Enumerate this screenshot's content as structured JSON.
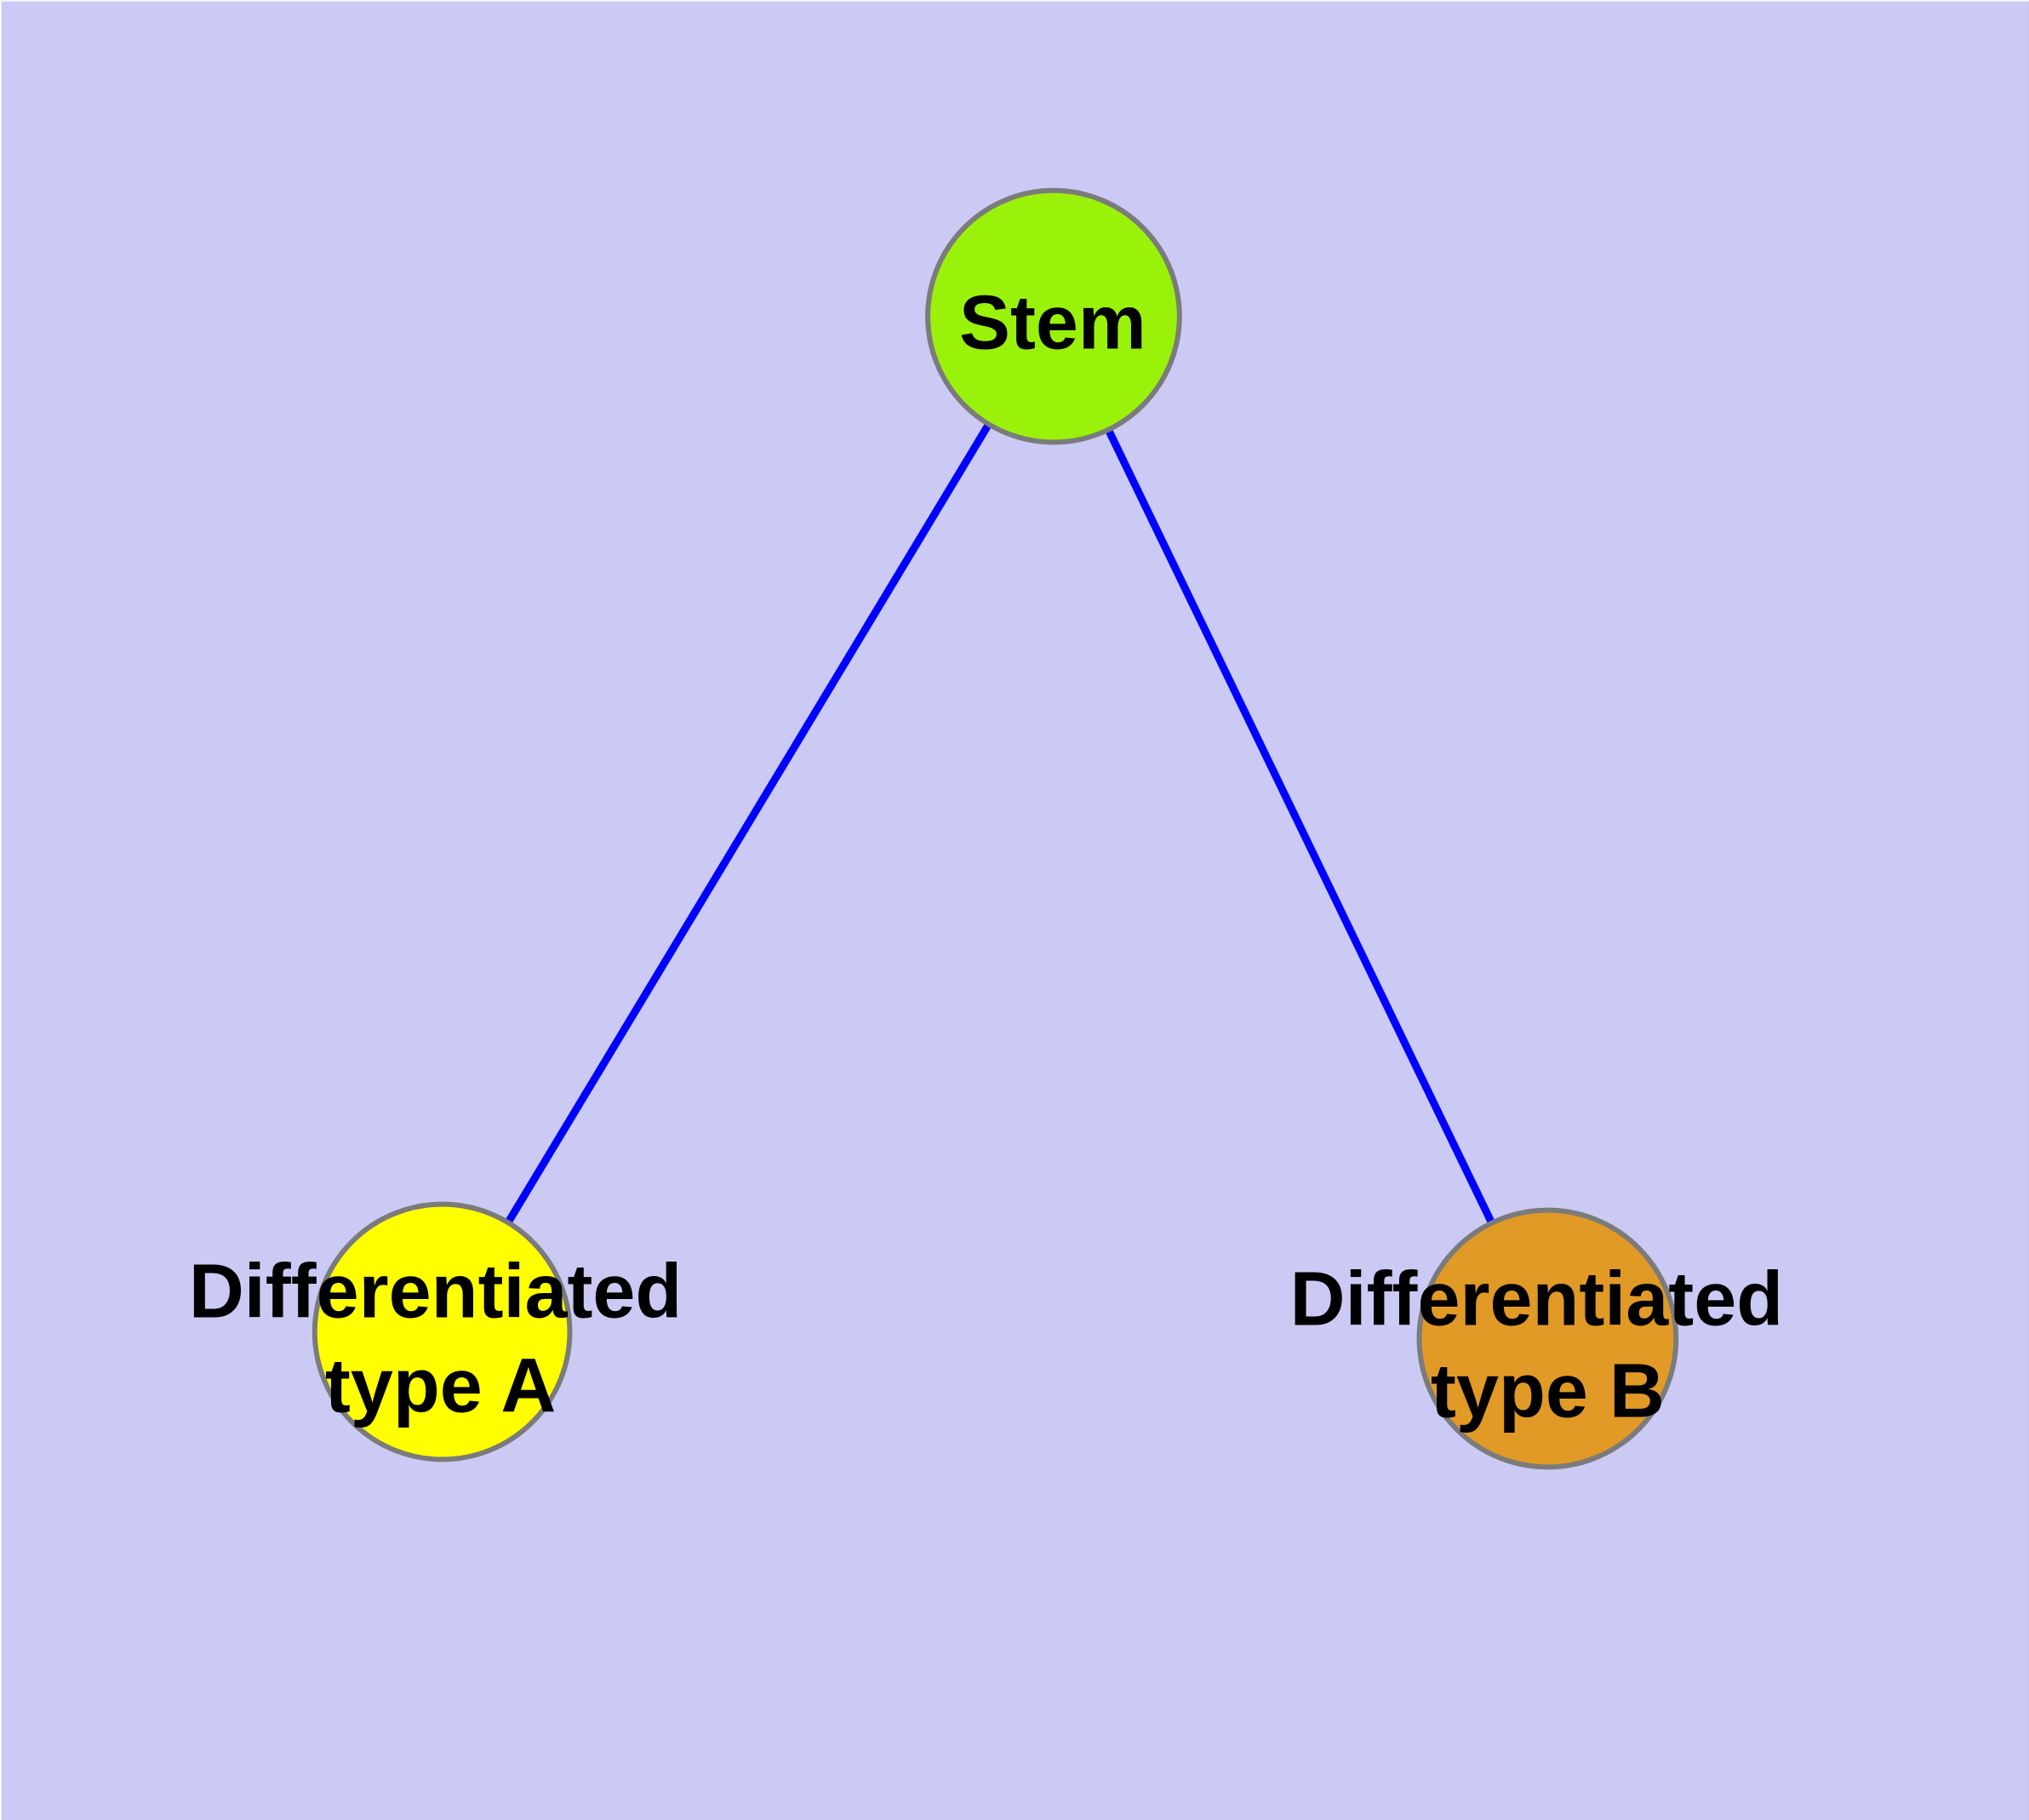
{
  "diagram": {
    "type": "graph",
    "background_color": "#CACAF4",
    "edge_color": "#0000FF",
    "node_border_color": "#7B7B7B",
    "text_color": "#000000",
    "nodes": [
      {
        "id": "stem",
        "label": "Stem",
        "fill": "#9AF20A"
      },
      {
        "id": "differentiated-type-a",
        "label": "Differentiated type A",
        "label_line1": "Differentiated",
        "label_line2": "type A",
        "fill": "#FFFF00"
      },
      {
        "id": "differentiated-type-b",
        "label": "Differentiated type B",
        "label_line1": "Differentiated",
        "label_line2": "type B",
        "fill": "#E29A26"
      }
    ],
    "edges": [
      {
        "from": "stem",
        "to": "differentiated-type-a"
      },
      {
        "from": "stem",
        "to": "differentiated-type-b"
      }
    ]
  }
}
